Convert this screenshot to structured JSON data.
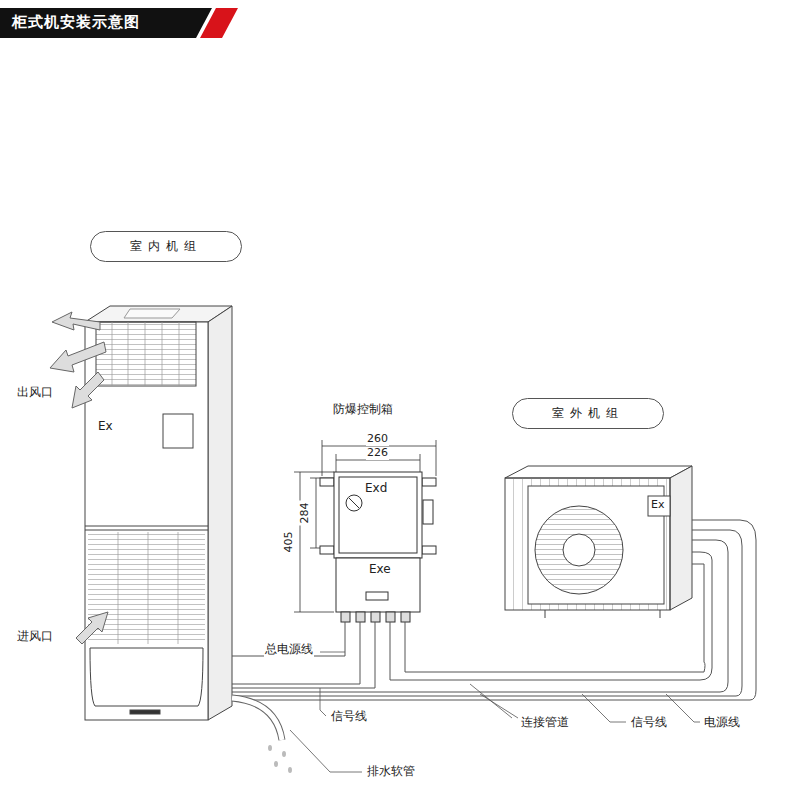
{
  "diagram": {
    "title": "柜式机安装示意图",
    "nodes": [
      {
        "text": [
          "室内机组"
        ]
      },
      {
        "text": [
          "室外机组"
        ]
      }
    ],
    "labels": [
      "出风口",
      "Ex",
      "进风口",
      "防爆控制箱",
      "260",
      "226",
      "Exd",
      "284",
      "405",
      "Exe",
      "Ex",
      "总电源线",
      "信号线",
      "连接管道",
      "信号线",
      "电源线",
      "排水软管"
    ]
  }
}
